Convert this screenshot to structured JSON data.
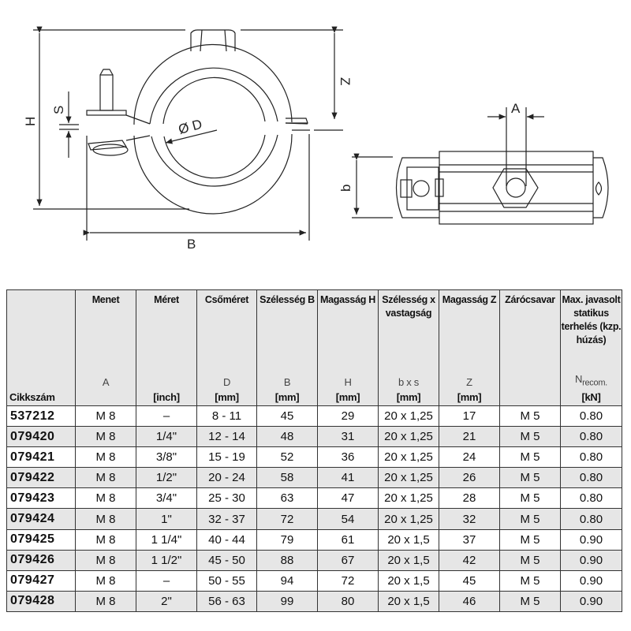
{
  "drawing": {
    "labels": {
      "H": "H",
      "S": "S",
      "Z": "Z",
      "D": "Ø D",
      "B": "B",
      "A": "A",
      "b": "b"
    }
  },
  "table": {
    "headers": [
      {
        "title": "",
        "symbol": "",
        "unit": "Cikkszám"
      },
      {
        "title": "Menet",
        "symbol": "A",
        "unit": ""
      },
      {
        "title": "Méret",
        "symbol": "",
        "unit": "[inch]"
      },
      {
        "title": "Csőméret",
        "symbol": "D",
        "unit": "[mm]"
      },
      {
        "title": "Szélesség B",
        "symbol": "B",
        "unit": "[mm]"
      },
      {
        "title": "Magasság H",
        "symbol": "H",
        "unit": "[mm]"
      },
      {
        "title": "Szélesség x vastagság",
        "symbol": "b x s",
        "unit": "[mm]"
      },
      {
        "title": "Magasság Z",
        "symbol": "Z",
        "unit": "[mm]"
      },
      {
        "title": "Zárócsavar",
        "symbol": "",
        "unit": ""
      },
      {
        "title": "Max. javasolt statikus terhelés (kzp. húzás)",
        "symbol": "N",
        "symbol_sub": "recom.",
        "unit": "[kN]"
      }
    ],
    "rows": [
      [
        "537212",
        "M 8",
        "–",
        "8 - 11",
        "45",
        "29",
        "20 x 1,25",
        "17",
        "M 5",
        "0.80"
      ],
      [
        "079420",
        "M 8",
        "1/4\"",
        "12 - 14",
        "48",
        "31",
        "20 x 1,25",
        "21",
        "M 5",
        "0.80"
      ],
      [
        "079421",
        "M 8",
        "3/8\"",
        "15 - 19",
        "52",
        "36",
        "20 x 1,25",
        "24",
        "M 5",
        "0.80"
      ],
      [
        "079422",
        "M 8",
        "1/2\"",
        "20 - 24",
        "58",
        "41",
        "20 x 1,25",
        "26",
        "M 5",
        "0.80"
      ],
      [
        "079423",
        "M 8",
        "3/4\"",
        "25 - 30",
        "63",
        "47",
        "20 x 1,25",
        "28",
        "M 5",
        "0.80"
      ],
      [
        "079424",
        "M 8",
        "1\"",
        "32 - 37",
        "72",
        "54",
        "20 x 1,25",
        "32",
        "M 5",
        "0.80"
      ],
      [
        "079425",
        "M 8",
        "1 1/4\"",
        "40 - 44",
        "79",
        "61",
        "20 x 1,5",
        "37",
        "M 5",
        "0.90"
      ],
      [
        "079426",
        "M 8",
        "1 1/2\"",
        "45 - 50",
        "88",
        "67",
        "20 x 1,5",
        "42",
        "M 5",
        "0.90"
      ],
      [
        "079427",
        "M 8",
        "–",
        "50 - 55",
        "94",
        "72",
        "20 x 1,5",
        "45",
        "M 5",
        "0.90"
      ],
      [
        "079428",
        "M 8",
        "2\"",
        "56 - 63",
        "99",
        "80",
        "20 x 1,5",
        "46",
        "M 5",
        "0.90"
      ]
    ]
  }
}
